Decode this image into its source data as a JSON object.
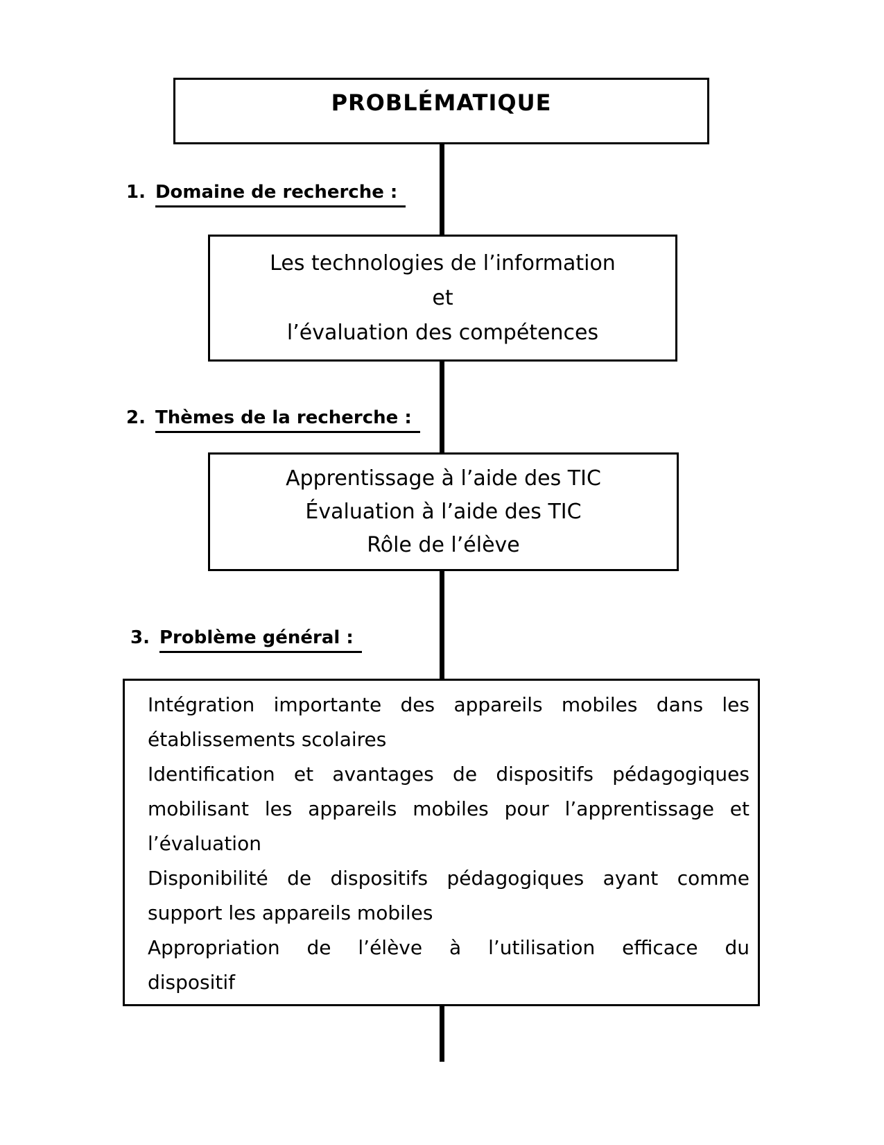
{
  "page": {
    "background_color": "#ffffff",
    "text_color": "#000000",
    "connector_color": "#000000"
  },
  "title_box": {
    "label": "PROBLÉMATIQUE"
  },
  "sections": [
    {
      "number": "1.",
      "heading": "Domaine de recherche :",
      "box_lines": [
        "Les technologies de l’information",
        "et",
        "l’évaluation des compétences"
      ]
    },
    {
      "number": "2.",
      "heading": "Thèmes de la recherche :",
      "box_lines": [
        "Apprentissage à l’aide des TIC",
        "Évaluation à l’aide des TIC",
        "Rôle de l’élève"
      ]
    },
    {
      "number": "3.",
      "heading": "Problème général :",
      "box_lines": [
        "Intégration importante des appareils mobiles dans les",
        "établissements scolaires",
        "Identification et avantages de dispositifs pédagogiques",
        "mobilisant les appareils mobiles pour l’apprentissage et",
        "l’évaluation",
        "Disponibilité de dispositifs pédagogiques ayant comme",
        "support les appareils mobiles",
        "Appropriation de l’élève à l’utilisation efficace du",
        "dispositif"
      ]
    }
  ]
}
